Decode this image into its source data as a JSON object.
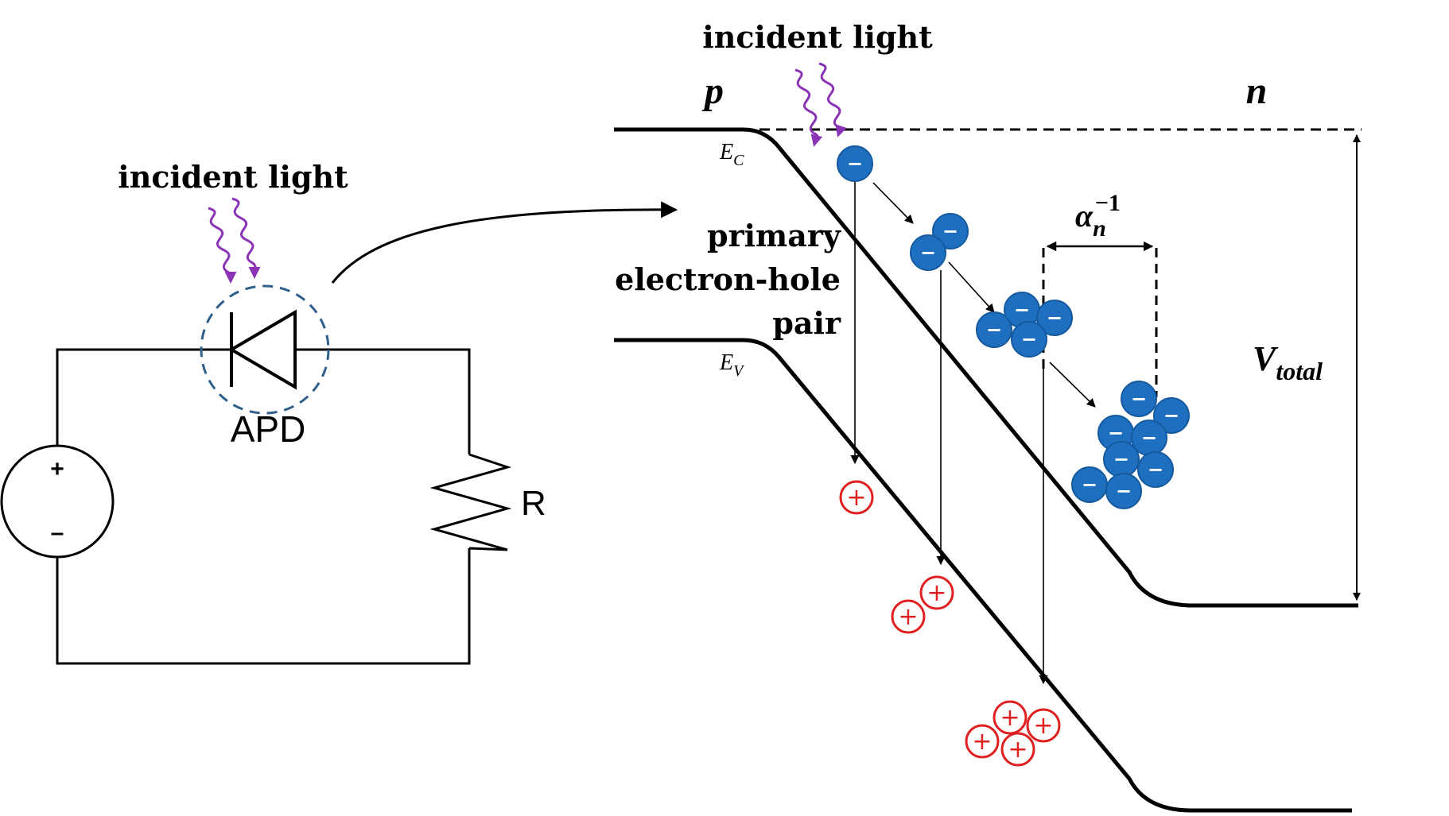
{
  "circuit": {
    "incident_light_label": "incident light",
    "apd_label": "APD",
    "resistor_label": "R",
    "source_plus": "+",
    "source_minus": "–"
  },
  "band_diagram": {
    "incident_light_label": "incident light",
    "p_label": "p",
    "n_label": "n",
    "ec_label": {
      "main": "E",
      "sub": "C"
    },
    "ev_label": {
      "main": "E",
      "sub": "V"
    },
    "primary_lines": [
      "primary",
      "electron-hole",
      "pair"
    ],
    "alpha_label": {
      "main": "α",
      "sub": "n",
      "sup": "−1"
    },
    "vtotal_label": {
      "main": "V",
      "sub": "total"
    },
    "electron_sign": "−",
    "hole_sign": "+"
  },
  "colors": {
    "electron_fill": "#1f6fc0",
    "hole_stroke": "#e02020",
    "light_wave": "#8a34b5",
    "apd_outline": "#2f5f8a"
  }
}
